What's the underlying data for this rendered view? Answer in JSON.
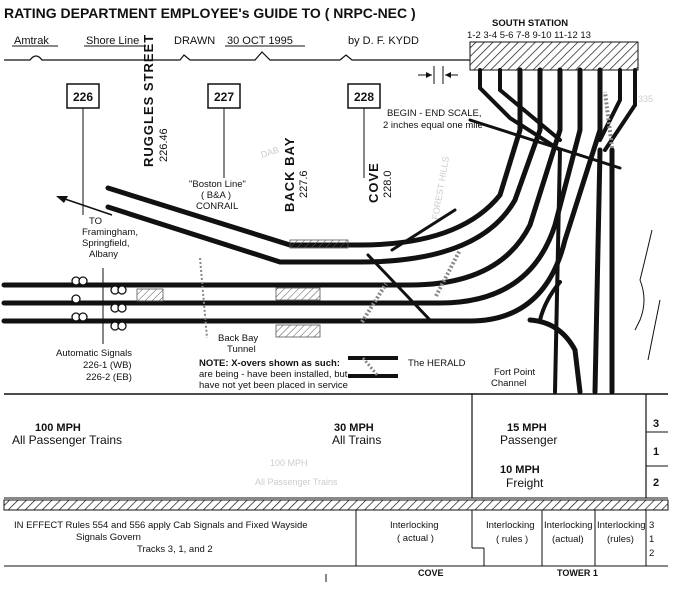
{
  "header": {
    "title": "RATING DEPARTMENT EMPLOYEE's GUIDE TO  ( NRPC-NEC )",
    "line_owner": "Amtrak",
    "line_name": "Shore Line",
    "drawn_label": "DRAWN",
    "drawn_date": "30 OCT 1995",
    "author": "by D. F. KYDD"
  },
  "station": {
    "name": "SOUTH      STATION",
    "tracks_label": "1-2   3-4   5-6      7-8   9-10   11-12  13"
  },
  "mileposts": [
    {
      "label": "226"
    },
    {
      "label": "227"
    },
    {
      "label": "228"
    }
  ],
  "locations": {
    "ruggles_name": "RUGGLES STREET",
    "ruggles_mile": "226.46",
    "back_bay_name": "BACK BAY",
    "back_bay_mile": "227.6",
    "cove_name": "COVE",
    "cove_mile": "228.0"
  },
  "labels": {
    "boston_line_1": "\"Boston Line\"",
    "boston_line_2": "( B&A )",
    "boston_line_3": "CONRAIL",
    "scale_1": "BEGIN - END SCALE,",
    "scale_2": "2 inches equal one mile",
    "to_1": "TO",
    "to_2": "Framingham,",
    "to_3": "Springfield,",
    "to_4": "Albany",
    "auto_1": "Automatic Signals",
    "auto_2": "226-1 (WB)",
    "auto_3": "226-2 (EB)",
    "tunnel_1": "Back   Bay",
    "tunnel_2": "Tunnel",
    "note_1": "NOTE:  X-overs shown as such:",
    "note_2": "are being - have been installed, but",
    "note_3": "have not yet been placed in service",
    "herald": "The HERALD",
    "fort_1": "Fort Point",
    "fort_2": "Channel"
  },
  "speeds": [
    {
      "mph": "100    MPH",
      "desc": "All Passenger Trains"
    },
    {
      "mph": "30    MPH",
      "desc": "All Trains"
    },
    {
      "mph": "15  MPH",
      "desc": "Passenger"
    },
    {
      "mph": "10  MPH",
      "desc": "Freight"
    }
  ],
  "speed_tracks": [
    "3",
    "1",
    "2"
  ],
  "rules": {
    "in_effect": "IN EFFECT   Rules 554 and 556 apply   Cab Signals  and  Fixed Wayside",
    "signals_govern": "Signals Govern",
    "tracks": "Tracks   3,  1,  and 2",
    "interlocking_word": "Interlocking",
    "cove_state": "( actual )",
    "t1_state": "( rules )",
    "t2_state": "(actual)",
    "t3_state": "(rules)",
    "track_numbers": [
      "3",
      "1",
      "2"
    ],
    "cove_label": "COVE",
    "tower_label": "TOWER  1"
  },
  "ghost_text": {
    "a": "DAB",
    "b": "FOREST HILLS",
    "c": "100   MPH",
    "d": "All   Passenger   Trains",
    "e": "335"
  }
}
